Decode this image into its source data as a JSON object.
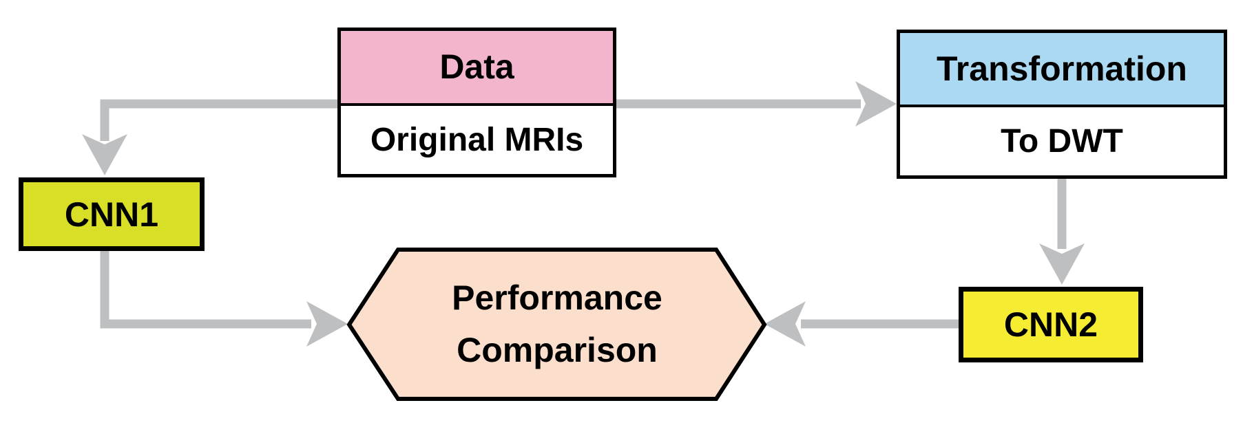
{
  "diagram": {
    "type": "flowchart",
    "background": "#ffffff",
    "connector_color": "#BEBFC1",
    "border_color": "#000000",
    "nodes": {
      "data": {
        "title": "Data",
        "body": "Original MRIs",
        "header_fill": "#F3B5CE",
        "body_fill": "#FFFFFF"
      },
      "transformation": {
        "title": "Transformation",
        "body": "To DWT",
        "header_fill": "#ABD9F1",
        "body_fill": "#FFFFFF"
      },
      "cnn1": {
        "label": "CNN1",
        "fill": "#D8DF26"
      },
      "cnn2": {
        "label": "CNN2",
        "fill": "#F6EC31"
      },
      "performance": {
        "line1": "Performance",
        "line2": "Comparison",
        "fill": "#FCDECC",
        "shape": "hexagon"
      }
    },
    "edges": [
      {
        "from": "Data",
        "to": "CNN1"
      },
      {
        "from": "Data",
        "to": "Transformation"
      },
      {
        "from": "Transformation",
        "to": "CNN2"
      },
      {
        "from": "CNN1",
        "to": "Performance Comparison"
      },
      {
        "from": "CNN2",
        "to": "Performance Comparison"
      }
    ]
  }
}
